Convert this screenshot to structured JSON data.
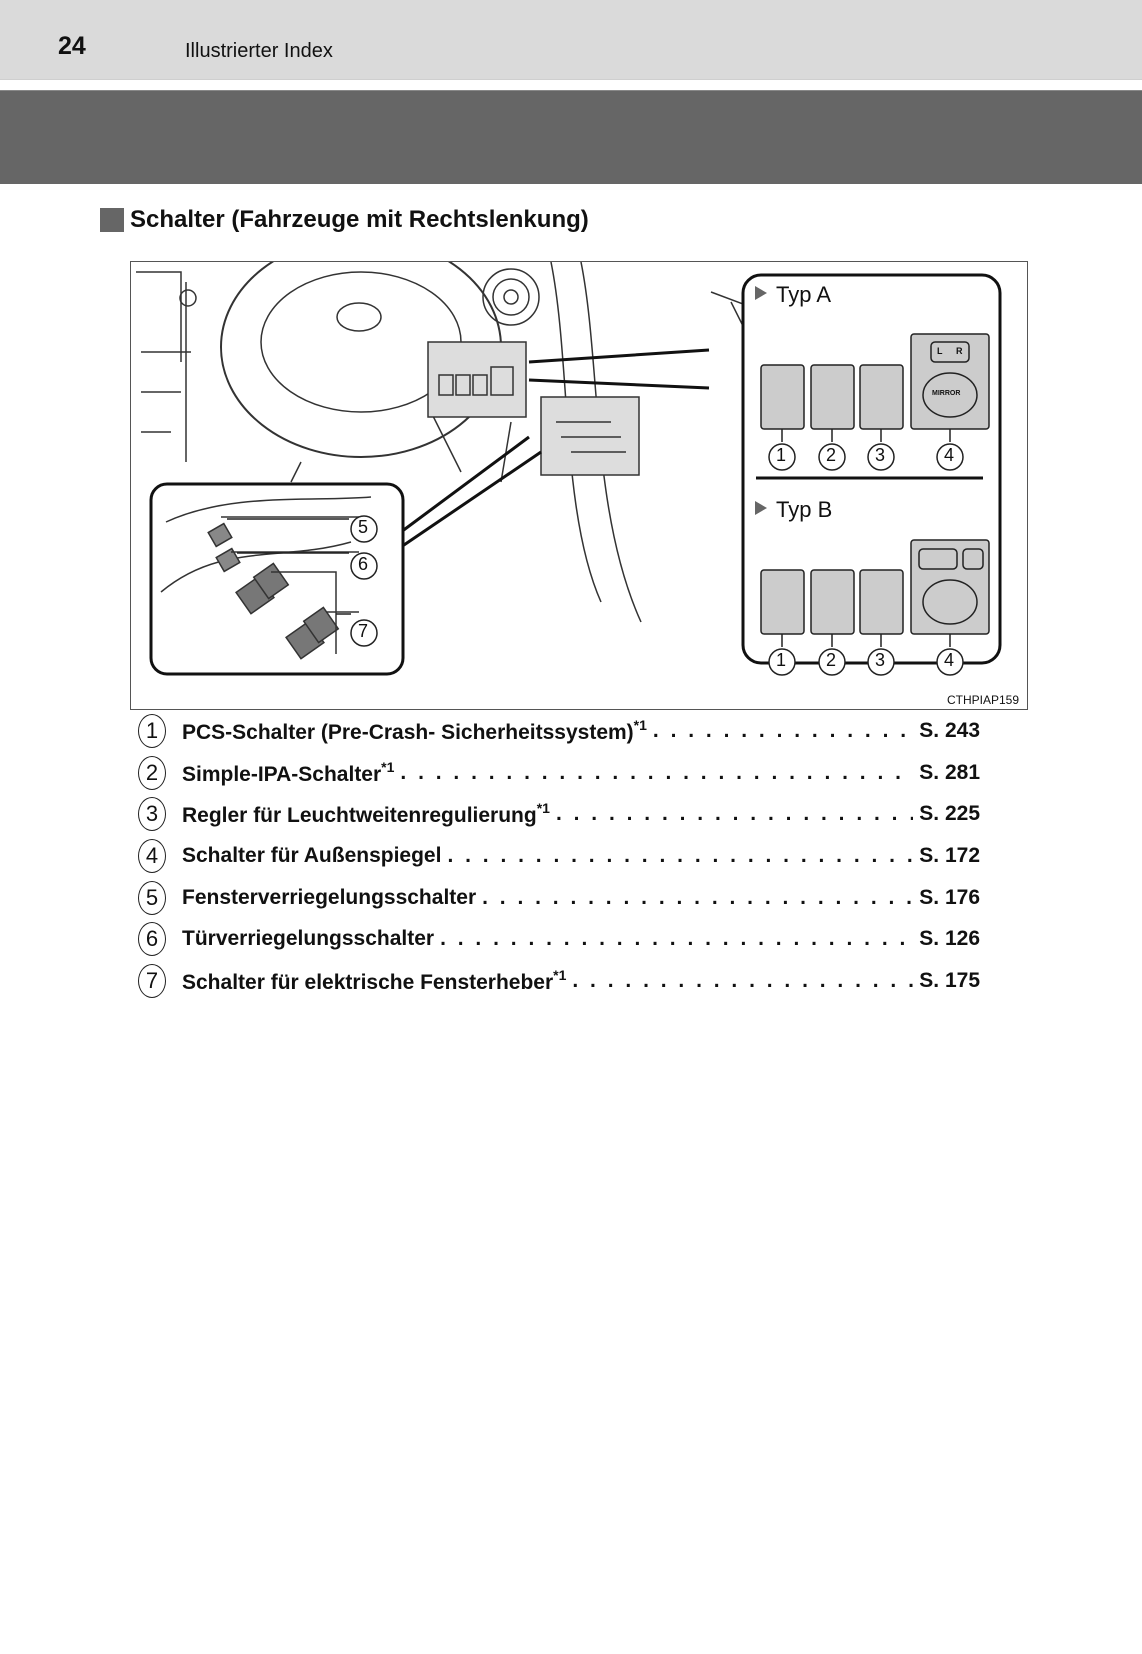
{
  "header": {
    "page_number": "24",
    "title": "Illustrierter Index"
  },
  "section": {
    "title": "Schalter (Fahrzeuge mit Rechtslenkung)"
  },
  "figure": {
    "type_a": "Typ A",
    "type_b": "Typ B",
    "mirror_label": "MIRROR",
    "lr_left": "L",
    "lr_right": "R",
    "callouts_panel": [
      "1",
      "2",
      "3",
      "4"
    ],
    "callouts_door": [
      "5",
      "6",
      "7"
    ],
    "code": "CTHPIAP159"
  },
  "items": [
    {
      "num": "1",
      "label": "PCS-Schalter (Pre-Crash- Sicherheitssystem)",
      "note": "*1",
      "page": "S. 243"
    },
    {
      "num": "2",
      "label": "Simple-IPA-Schalter",
      "note": "*1",
      "page": "S. 281"
    },
    {
      "num": "3",
      "label": "Regler für Leuchtweitenregulierung",
      "note": "*1",
      "page": "S. 225"
    },
    {
      "num": "4",
      "label": "Schalter für Außenspiegel",
      "note": "",
      "page": "S. 172"
    },
    {
      "num": "5",
      "label": "Fensterverriegelungsschalter",
      "note": "",
      "page": "S. 176"
    },
    {
      "num": "6",
      "label": "Türverriegelungsschalter",
      "note": "",
      "page": "S. 126"
    },
    {
      "num": "7",
      "label": "Schalter für elektrische Fensterheber",
      "note": "*1",
      "page": "S. 175"
    }
  ]
}
